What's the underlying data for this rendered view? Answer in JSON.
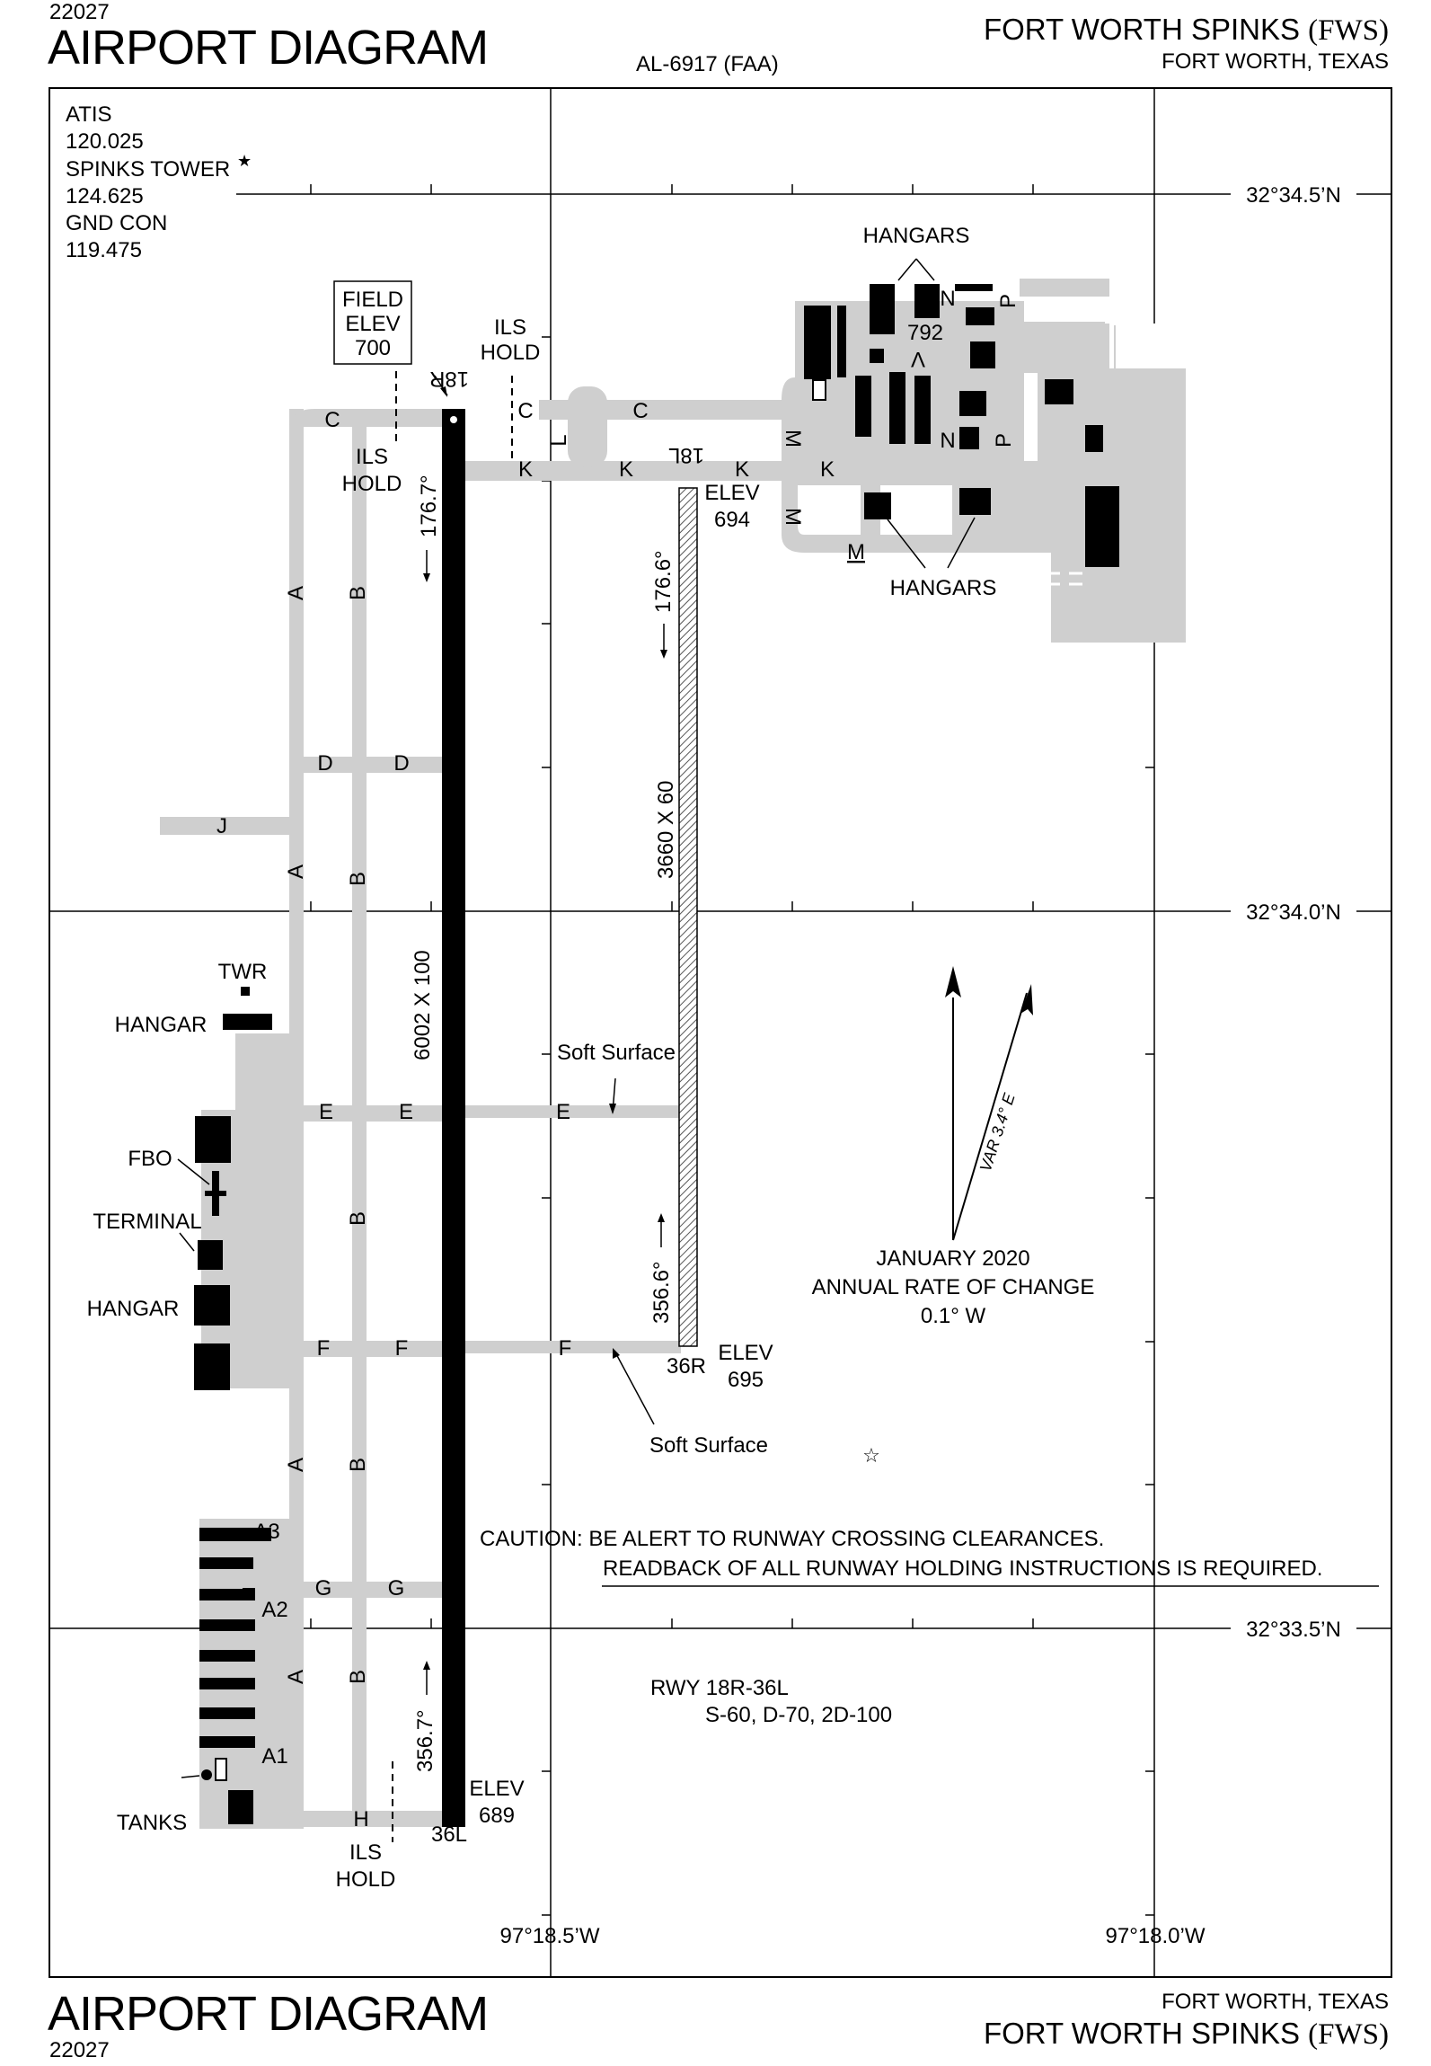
{
  "header": {
    "cycle": "22027",
    "title": "AIRPORT DIAGRAM",
    "doc_id": "AL-6917 (FAA)",
    "airport_name": "FORT WORTH SPINKS",
    "airport_id": "(FWS)",
    "city_state": "FORT WORTH, TEXAS"
  },
  "footer": {
    "title": "AIRPORT DIAGRAM",
    "cycle": "22027",
    "city_state": "FORT WORTH, TEXAS",
    "airport_name": "FORT WORTH SPINKS",
    "airport_id": "(FWS)"
  },
  "frequencies": {
    "atis_label": "ATIS",
    "atis_freq": "120.025",
    "tower_label": "SPINKS TOWER",
    "tower_freq": "124.625",
    "gnd_label": "GND CON",
    "gnd_freq": "119.475"
  },
  "field_elev": {
    "line1": "FIELD",
    "line2": "ELEV",
    "value": "700"
  },
  "coords": {
    "lat_345": "32°34.5’N",
    "lat_340": "32°34.0’N",
    "lat_335": "32°33.5’N",
    "lon_185": "97°18.5’W",
    "lon_180": "97°18.0’W"
  },
  "runways": {
    "main": {
      "end_north": "18R",
      "end_south": "36L",
      "dimensions": "6002 X 100",
      "hdg_south": "176.7°",
      "hdg_north": "356.7°",
      "elev_south_label": "ELEV",
      "elev_south": "689"
    },
    "soft": {
      "end_north": "18L",
      "end_south": "36R",
      "dimensions": "3660 X 60",
      "hdg_south": "176.6°",
      "hdg_north": "356.6°",
      "elev_north_label": "ELEV",
      "elev_north": "694",
      "elev_south_label": "ELEV",
      "elev_south": "695"
    }
  },
  "taxiways": {
    "A": "A",
    "B": "B",
    "C": "C",
    "D": "D",
    "E": "E",
    "F": "F",
    "G": "G",
    "H": "H",
    "J": "J",
    "K": "K",
    "L": "L",
    "M": "M",
    "N": "N",
    "P": "P",
    "V": "V",
    "A1": "A1",
    "A2": "A2",
    "A3": "A3"
  },
  "labels": {
    "ils_hold_1": "ILS",
    "ils_hold_2": "HOLD",
    "hangars": "HANGARS",
    "hangar": "HANGAR",
    "twr": "TWR",
    "fbo": "FBO",
    "terminal": "TERMINAL",
    "tanks": "TANKS",
    "soft_surface": "Soft Surface",
    "elev_792": "792"
  },
  "magnetic": {
    "var": "VAR 3.4° E",
    "date": "JANUARY 2020",
    "rate_label": "ANNUAL RATE OF CHANGE",
    "rate": "0.1° W"
  },
  "caution": {
    "line1": "CAUTION: BE ALERT TO RUNWAY CROSSING CLEARANCES.",
    "line2": "READBACK OF ALL RUNWAY HOLDING INSTRUCTIONS IS REQUIRED."
  },
  "rwy_strength": {
    "line1": "RWY 18R-36L",
    "line2": "S-60, D-70, 2D-100"
  },
  "colors": {
    "pavement": "#cfcfcf",
    "ink": "#000000",
    "paper": "#ffffff"
  }
}
